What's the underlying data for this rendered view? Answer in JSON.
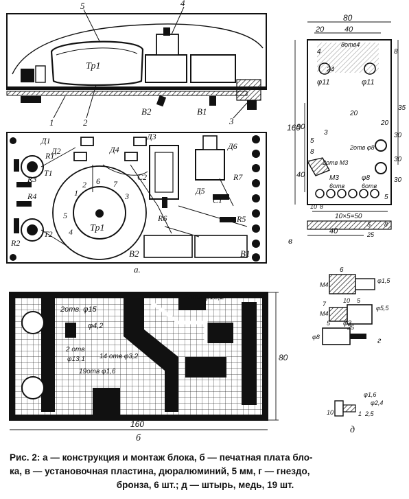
{
  "panel_a": {
    "numbers": [
      "5",
      "4",
      "1",
      "2",
      "3"
    ],
    "tr1": "Тр1",
    "b2": "В2",
    "b1": "В1",
    "panel_letter": "а.",
    "board": {
      "d1": "Д1",
      "d2": "Д2",
      "d3": "Д3",
      "d4": "Д4",
      "d5": "Д5",
      "d6": "Д6",
      "r1": "R1",
      "r2": "R2",
      "r3": "R3",
      "r4": "R4",
      "r5": "R5",
      "r6": "R6",
      "r7": "R7",
      "t1": "Т1",
      "t2": "Т2",
      "c1": "С1",
      "c2": "С2",
      "tr1": "Тр1",
      "b2": "В2",
      "b1": "В1",
      "taps": [
        "1",
        "2",
        "6",
        "7",
        "3",
        "5",
        "4"
      ]
    }
  },
  "panel_v": {
    "dims": [
      "80",
      "20",
      "40",
      "8отв4",
      "4",
      "24",
      "φ11",
      "φ11",
      "8",
      "160",
      "90",
      "20",
      "40",
      "5",
      "8",
      "3",
      "2отв М3",
      "2отв φ8",
      "5",
      "20",
      "30",
      "30",
      "30",
      "35",
      "М3",
      "6отв",
      "φ8",
      "6отв",
      "10×5=50",
      "40",
      "10",
      "8",
      "5",
      "8",
      "25"
    ],
    "letter": "в"
  },
  "panel_b": {
    "dims": [
      "2отв. φ15",
      "2отв φ15,2",
      "φ4,2",
      "2 отв",
      "φ13,1",
      "14 отв φ3,2",
      "19отв φ1,6",
      "80",
      "160"
    ],
    "letter": "б"
  },
  "panel_g": {
    "dims": [
      "6",
      "М4",
      "φ1,5",
      "10",
      "5",
      "25",
      "φ5,5",
      "М4",
      "5",
      "φ3",
      "φ8",
      "7"
    ],
    "letter": "г"
  },
  "panel_d": {
    "dims": [
      "φ1,6",
      "φ2,4",
      "10",
      "1",
      "2,5"
    ],
    "letter": "д"
  },
  "caption": {
    "line1": "Рис. 2: а — конструкция и монтаж блока, б — печатная плата бло-",
    "line2": "ка, в — установочная пластина, дюралюминий, 5 мм, г — гнездо,",
    "line3": "бронза, 6 шт.; д — штырь, медь, 19 шт."
  }
}
